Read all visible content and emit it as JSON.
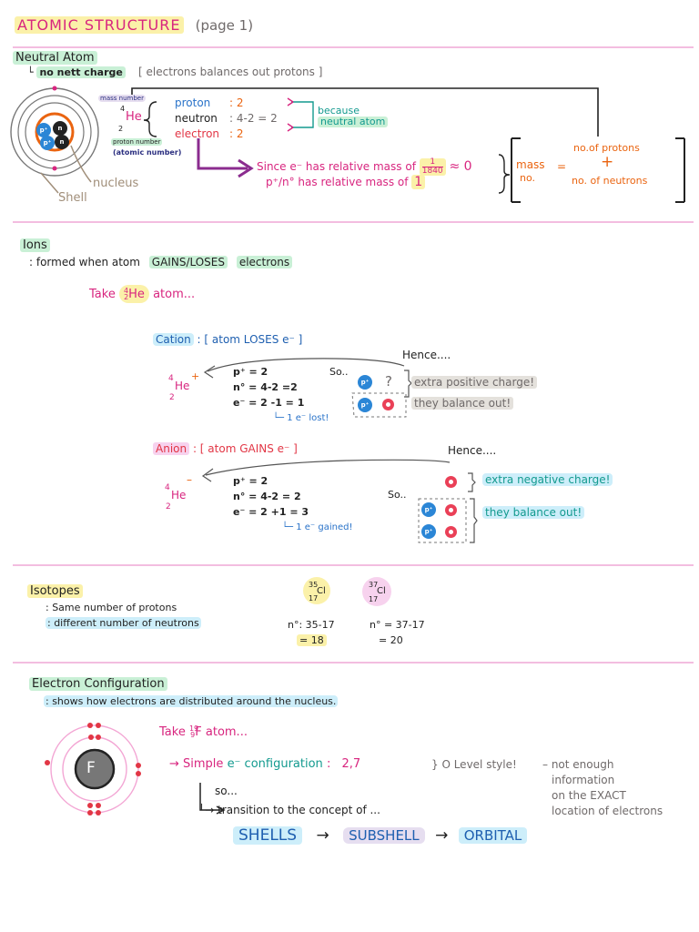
{
  "header": {
    "title": "ATOMIC STRUCTURE",
    "page": "(page 1)"
  },
  "neutral": {
    "heading": "Neutral Atom",
    "subtitle": "no nett charge",
    "bracket_note": "[ electrons balances out protons ]",
    "mass_number_label": "mass number",
    "mass_number": "4",
    "element": "He",
    "proton_number": "2",
    "proton_number_label": "proton number",
    "atomic_number_label": "(atomic number)",
    "proton_label": "proton",
    "proton_value": ": 2",
    "neutron_label": "neutron",
    "neutron_value": ":  4-2 = 2",
    "electron_label": "electron",
    "electron_value": ": 2",
    "because_1": "because",
    "because_2": "neutral atom",
    "nucleus_label": "nucleus",
    "shell_label": "Shell",
    "since_line": "Since e⁻ has relative mass of",
    "since_fraction_num": "1",
    "since_fraction_den": "1840",
    "approx_zero": "≈ 0",
    "pn_line": "p⁺/n° has relative mass of",
    "pn_value": "1",
    "mass_word": "mass",
    "no_word": "no.",
    "equals": "=",
    "no_of_protons": "no.of protons",
    "plus": "+",
    "no_of_neutrons": "no. of neutrons"
  },
  "ions": {
    "heading": "Ions",
    "formed_1": ": formed when atom",
    "formed_gains": "GAINS/LOSES",
    "formed_2": "electrons",
    "take": "Take",
    "take_mass": "4",
    "take_atomic": "2",
    "take_el": "He",
    "take_atom": "atom...",
    "cation_heading": "Cation",
    "cation_bracket": ": [ atom LOSES e⁻ ]",
    "hence_1": "Hence....",
    "cation_el": "He",
    "cation_charge": "+",
    "cation_mass": "4",
    "cation_atomic": "2",
    "cation_p": "p⁺ = 2",
    "cation_n": "n° = 4-2 =2",
    "cation_e": "e⁻ = 2 -1 = 1",
    "cation_lost": "└─ 1 e⁻ lost!",
    "so_1": "So..",
    "question": "?",
    "extra_positive": "extra positive charge!",
    "balance_1": "they balance out!",
    "anion_heading": "Anion",
    "anion_bracket": ": [ atom GAINS e⁻ ]",
    "hence_2": "Hence....",
    "anion_el": "He",
    "anion_charge": "–",
    "anion_mass": "4",
    "anion_atomic": "2",
    "anion_p": "p⁺ = 2",
    "anion_n": "n° = 4-2 = 2",
    "anion_e": "e⁻ = 2 +1 = 3",
    "anion_gained": "└─ 1 e⁻ gained!",
    "so_2": "So..",
    "extra_negative": "extra negative charge!",
    "balance_2": "they balance out!",
    "proton_symbol": "p⁺"
  },
  "isotopes": {
    "heading": "Isotopes",
    "line1": ": Same number of protons",
    "line2": ": different number of neutrons",
    "cl35_mass": "35",
    "cl35_atomic": "17",
    "cl37_mass": "37",
    "cl37_atomic": "17",
    "cl": "Cl",
    "n35_line": "n°: 35-17",
    "n35_result": "= 18",
    "n37_line": "n° = 37-17",
    "n37_result": "= 20"
  },
  "electron_config": {
    "heading": "Electron Configuration",
    "subtitle": ": shows how electrons are distributed around the nucleus.",
    "nucleus_symbol": "F",
    "take": "Take",
    "take_mass": "19",
    "take_atomic": "9",
    "take_el": "F",
    "take_atom": "atom...",
    "simple_1": "→ Simple",
    "simple_e": "e⁻ configuration",
    "simple_colon": ":",
    "simple_value": "2,7",
    "olevel": "} O Level style!",
    "not_enough_1": "– not enough",
    "not_enough_2": "information",
    "not_enough_3": "on the EXACT",
    "not_enough_4": "location of electrons",
    "so": "so...",
    "transition": "└→ transition to the concept of ...",
    "shells": "SHELLS",
    "arrow_1": "→",
    "subshell": "SUBSHELL",
    "arrow_2": "→",
    "orbital": "ORBITAL"
  },
  "colors": {
    "rule": "#f3bde0",
    "pink": "#d8257f",
    "blue": "#2a73c9",
    "orange": "#ea6410",
    "purple": "#8b2c8f"
  }
}
